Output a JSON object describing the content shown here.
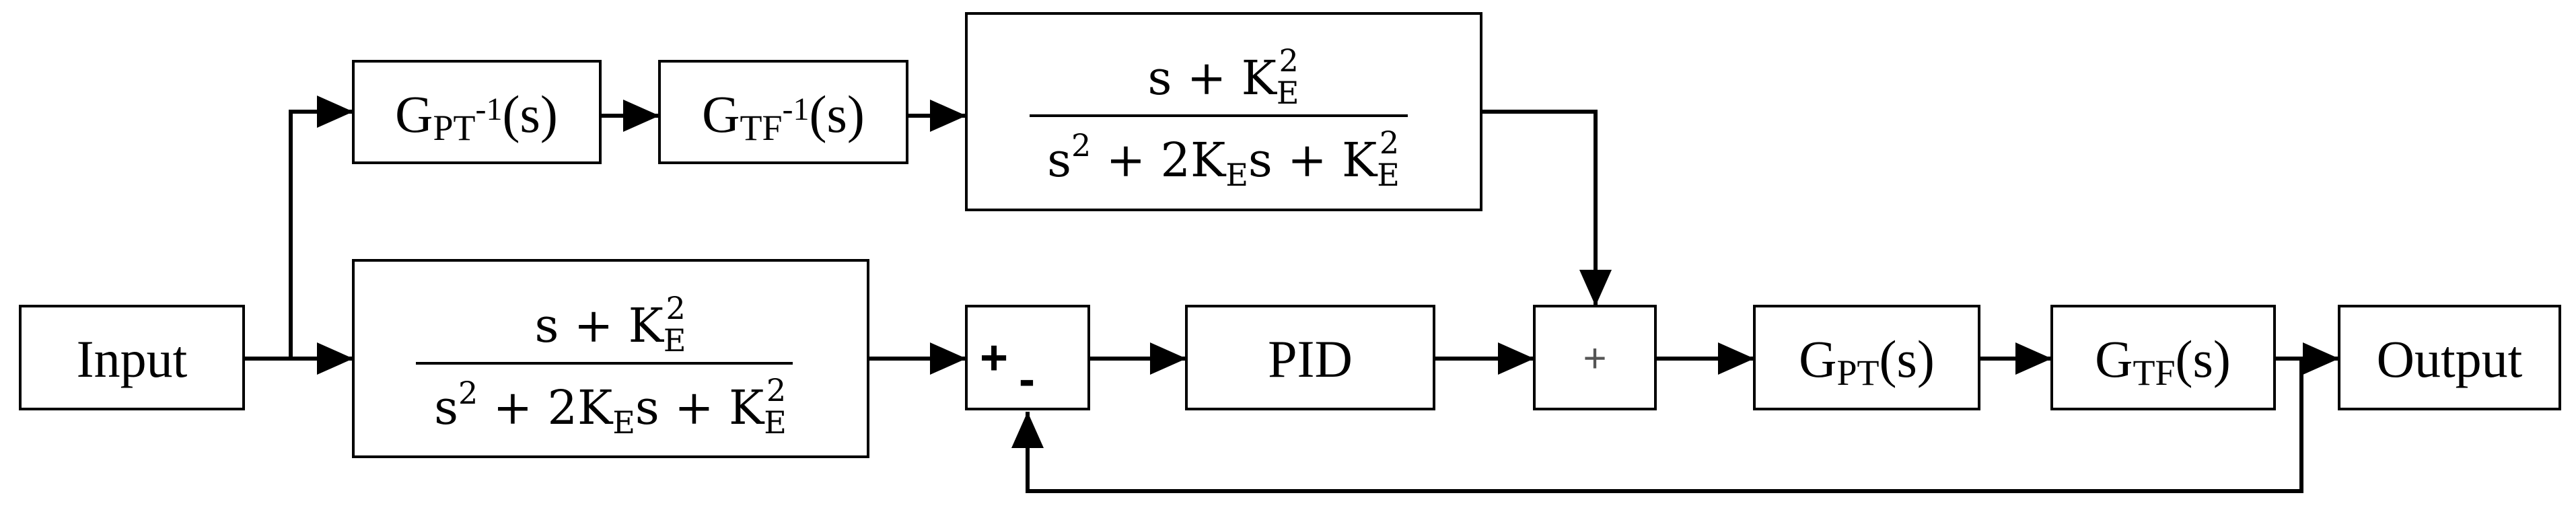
{
  "blocks": {
    "input": "Input",
    "output": "Output",
    "pid": "PID",
    "inv_pt": {
      "base": "G",
      "sub": "PT",
      "sup": "-1",
      "arg": "(s)"
    },
    "inv_tf": {
      "base": "G",
      "sub": "TF",
      "sup": "-1",
      "arg": "(s)"
    },
    "g_pt": {
      "base": "G",
      "sub": "PT",
      "arg": "(s)"
    },
    "g_tf": {
      "base": "G",
      "sub": "TF",
      "arg": "(s)"
    }
  },
  "filter": {
    "num": {
      "a": "s + K",
      "sub": "E",
      "sup": "2"
    },
    "den": {
      "a": "s",
      "a_sup": "2",
      "b": " + 2K",
      "b_sub": "E",
      "c": "s + K",
      "c_sub": "E",
      "c_sup": "2"
    }
  },
  "summing_junctions": {
    "error": {
      "plus": "+",
      "minus": "-"
    },
    "feedforward": {
      "plus": "+"
    }
  }
}
